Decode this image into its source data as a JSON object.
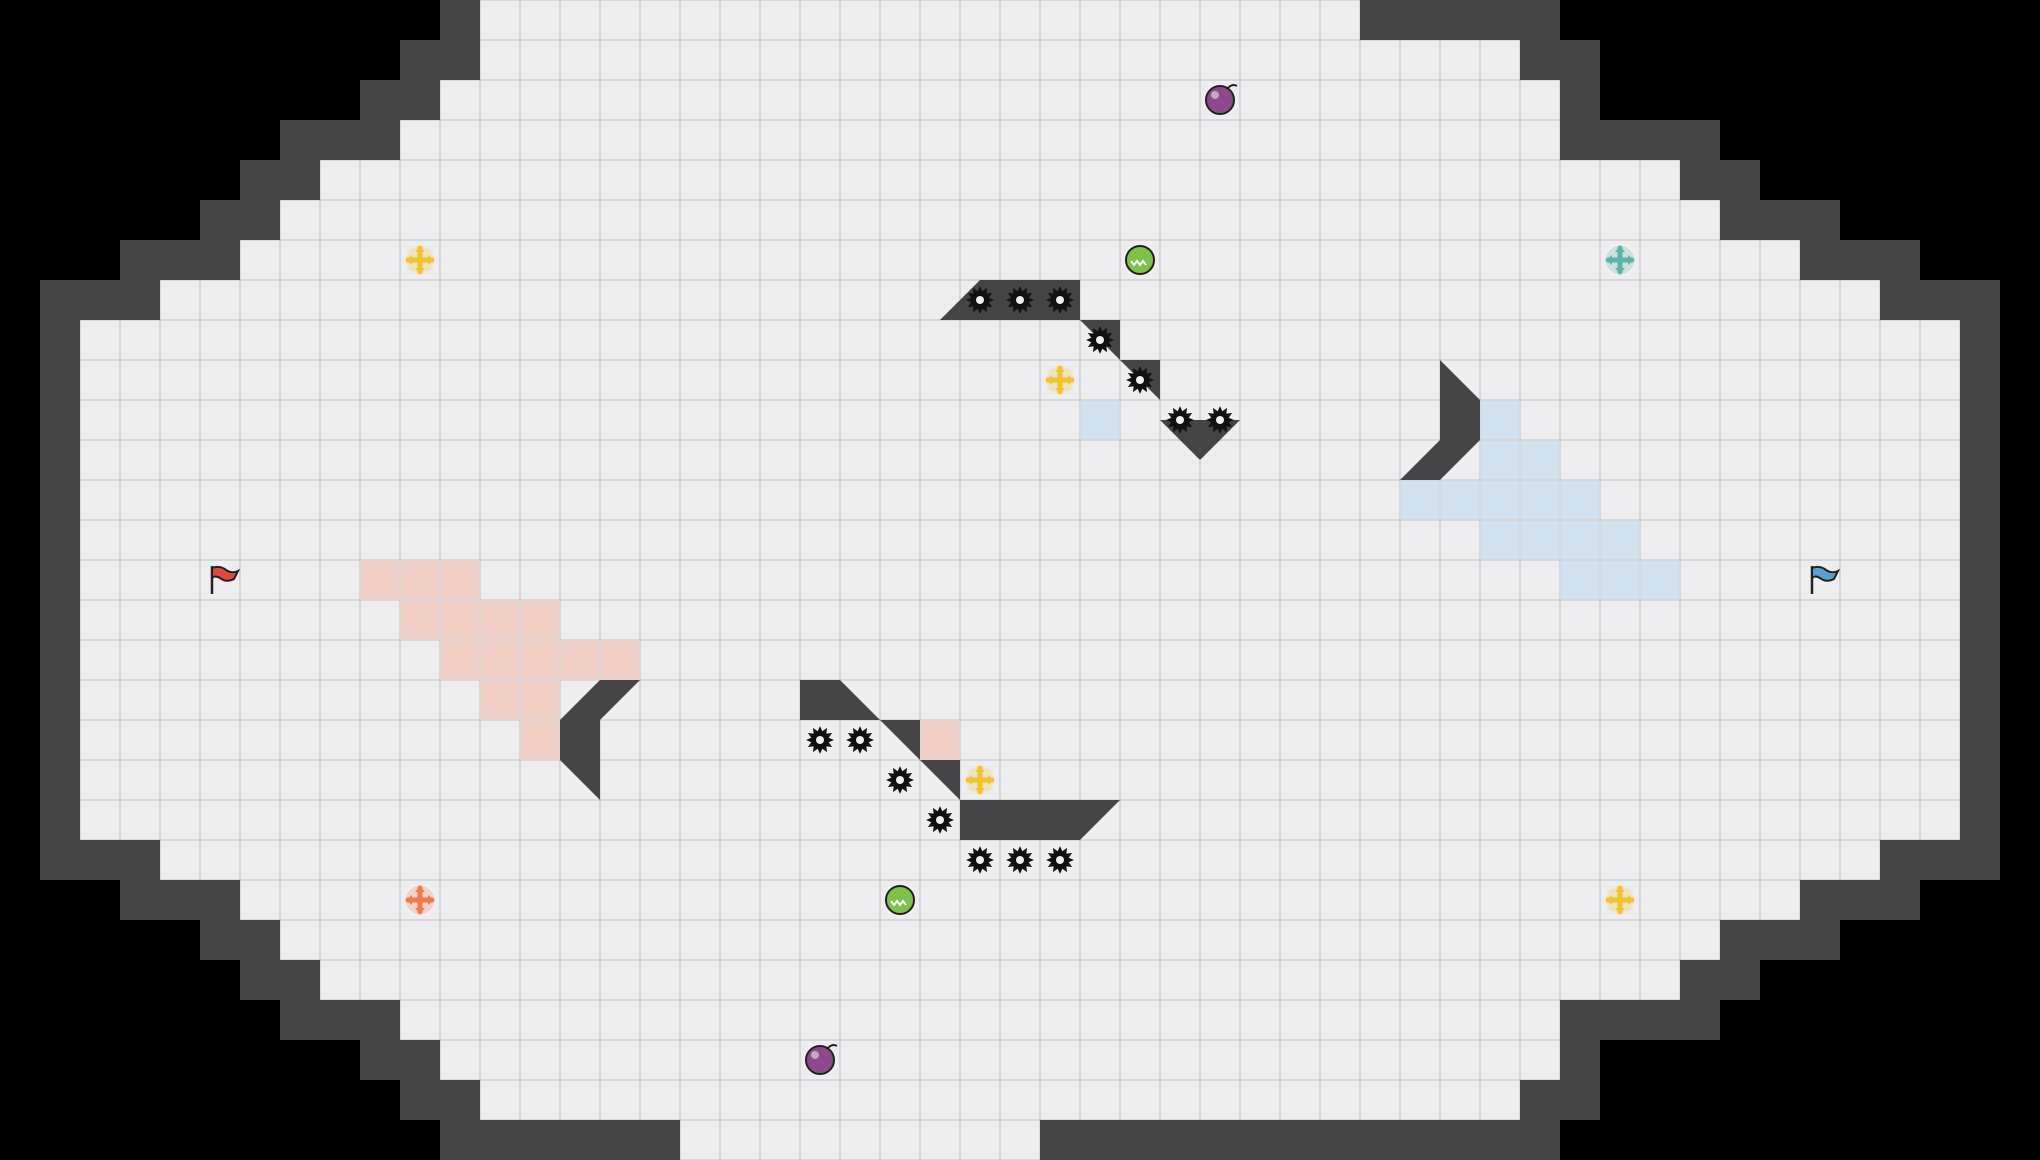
{
  "board": {
    "cols": 51,
    "rows": 29,
    "colors": {
      "background": "#000000",
      "floor": "#eeeef0",
      "grid": "#d6d6da",
      "wall": "#444447",
      "wall_highlight": "#ffffff",
      "red_zone": "#f2cfc5",
      "blue_zone": "#cfe0ee",
      "spike": "#111111"
    },
    "floor_row_spans": [
      [
        12,
        33
      ],
      [
        12,
        37
      ],
      [
        11,
        38
      ],
      [
        10,
        38
      ],
      [
        8,
        41
      ],
      [
        7,
        42
      ],
      [
        6,
        44
      ],
      [
        4,
        46
      ],
      [
        2,
        48
      ],
      [
        2,
        48
      ],
      [
        2,
        48
      ],
      [
        2,
        48
      ],
      [
        2,
        48
      ],
      [
        2,
        48
      ],
      [
        2,
        48
      ],
      [
        2,
        48
      ],
      [
        2,
        48
      ],
      [
        2,
        48
      ],
      [
        2,
        48
      ],
      [
        2,
        48
      ],
      [
        2,
        48
      ],
      [
        4,
        46
      ],
      [
        6,
        44
      ],
      [
        7,
        42
      ],
      [
        8,
        41
      ],
      [
        10,
        38
      ],
      [
        11,
        38
      ],
      [
        12,
        37
      ],
      [
        17,
        25
      ]
    ],
    "red_zone_cells": [
      [
        9,
        14
      ],
      [
        10,
        14
      ],
      [
        11,
        14
      ],
      [
        10,
        15
      ],
      [
        11,
        15
      ],
      [
        12,
        15
      ],
      [
        13,
        15
      ],
      [
        11,
        16
      ],
      [
        12,
        16
      ],
      [
        13,
        16
      ],
      [
        14,
        16
      ],
      [
        15,
        16
      ],
      [
        12,
        17
      ],
      [
        13,
        17
      ],
      [
        13,
        18
      ],
      [
        23,
        18
      ]
    ],
    "blue_zone_cells": [
      [
        27,
        10
      ],
      [
        37,
        10
      ],
      [
        37,
        11
      ],
      [
        38,
        11
      ],
      [
        35,
        12
      ],
      [
        36,
        12
      ],
      [
        37,
        12
      ],
      [
        38,
        12
      ],
      [
        39,
        12
      ],
      [
        37,
        13
      ],
      [
        38,
        13
      ],
      [
        39,
        13
      ],
      [
        40,
        13
      ],
      [
        39,
        14
      ],
      [
        40,
        14
      ],
      [
        41,
        14
      ]
    ]
  },
  "entities": {
    "team_flags": [
      {
        "team": "red",
        "icon": "red-flag-icon",
        "color": "#e04a3a",
        "col": 5,
        "row": 14
      },
      {
        "team": "blue",
        "icon": "blue-flag-icon",
        "color": "#5a9fd0",
        "col": 45,
        "row": 14
      }
    ],
    "boosts": [
      {
        "icon": "boost-icon",
        "color": "#f2c230",
        "col": 10,
        "row": 6
      },
      {
        "icon": "boost-icon",
        "color": "#5fb3a8",
        "col": 40,
        "row": 6
      },
      {
        "icon": "boost-icon",
        "color": "#f2c230",
        "col": 26,
        "row": 9
      },
      {
        "icon": "boost-icon",
        "color": "#f2c230",
        "col": 24,
        "row": 19
      },
      {
        "icon": "boost-icon",
        "color": "#f07a4a",
        "col": 10,
        "row": 22
      },
      {
        "icon": "boost-icon",
        "color": "#f2c230",
        "col": 40,
        "row": 22
      }
    ],
    "bombs": [
      {
        "icon": "bomb-icon",
        "color": "#8a4a8c",
        "col": 30,
        "row": 2
      },
      {
        "icon": "bomb-icon",
        "color": "#8a4a8c",
        "col": 20,
        "row": 26
      }
    ],
    "powerups": [
      {
        "icon": "powerup-icon",
        "color": "#7ac24a",
        "col": 28,
        "row": 6
      },
      {
        "icon": "powerup-icon",
        "color": "#7ac24a",
        "col": 22,
        "row": 22
      }
    ],
    "spikes": [
      [
        24,
        7
      ],
      [
        25,
        7
      ],
      [
        26,
        7
      ],
      [
        27,
        8
      ],
      [
        28,
        9
      ],
      [
        29,
        10
      ],
      [
        30,
        10
      ],
      [
        20,
        18
      ],
      [
        21,
        18
      ],
      [
        22,
        19
      ],
      [
        23,
        20
      ],
      [
        24,
        21
      ],
      [
        25,
        21
      ],
      [
        26,
        21
      ]
    ]
  }
}
